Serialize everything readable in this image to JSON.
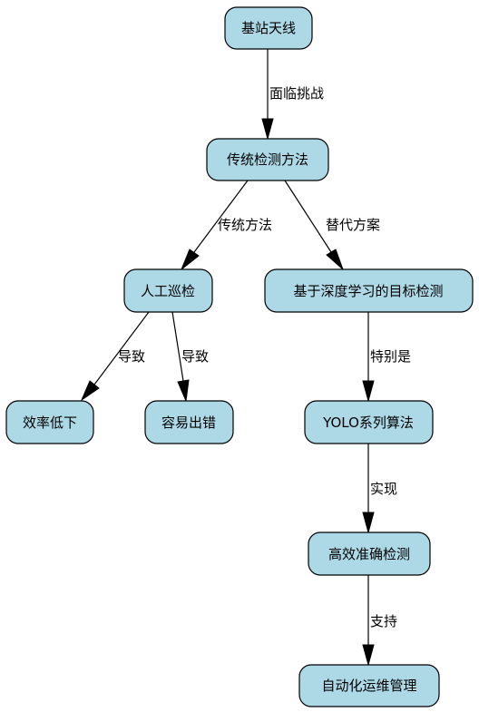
{
  "nodes": {
    "base_station": "基站天线",
    "traditional": "传统检测方法",
    "manual": "人工巡检",
    "deep_learning": "基于深度学习的目标检测",
    "low_efficiency": "效率低下",
    "error_prone": "容易出错",
    "yolo": "YOLO系列算法",
    "efficient": "高效准确检测",
    "automation": "自动化运维管理"
  },
  "edges": {
    "challenge": "面临挑战",
    "traditional_method": "传统方法",
    "alternative": "替代方案",
    "leads_to_1": "导致",
    "leads_to_2": "导致",
    "especially": "特别是",
    "achieve": "实现",
    "support": "支持"
  },
  "colors": {
    "node_fill": "#add8e6",
    "stroke": "#000000"
  }
}
